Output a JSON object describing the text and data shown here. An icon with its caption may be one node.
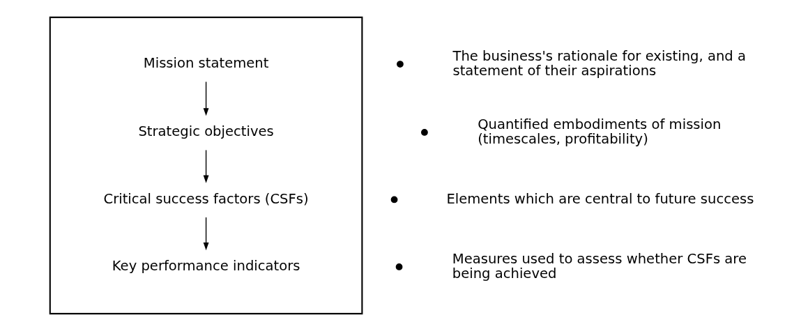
{
  "diagram": {
    "nodes": [
      {
        "text": [],
        "shape": "box"
      },
      {
        "text": [
          "Mission statement"
        ],
        "in": 0
      },
      {
        "text": [
          "Strategic objectives"
        ],
        "in": 0
      },
      {
        "text": [
          "Critical success factors (CSFs)"
        ],
        "in": 0
      },
      {
        "text": [
          "Key performance indicators"
        ],
        "in": 0
      }
    ],
    "edges": [
      {
        "from": 1,
        "to": 2,
        "arrow": "to"
      },
      {
        "from": 2,
        "to": 3,
        "arrow": "to"
      },
      {
        "from": 3,
        "to": 4,
        "arrow": "to"
      }
    ],
    "labels": [
      "The business's rationale for existing, and a statement of their aspirations",
      "Quantified embodiments of mission (timescales, profitability)",
      "Elements which are central to future success",
      "Measures used to assess whether CSFs are being achieved"
    ]
  }
}
